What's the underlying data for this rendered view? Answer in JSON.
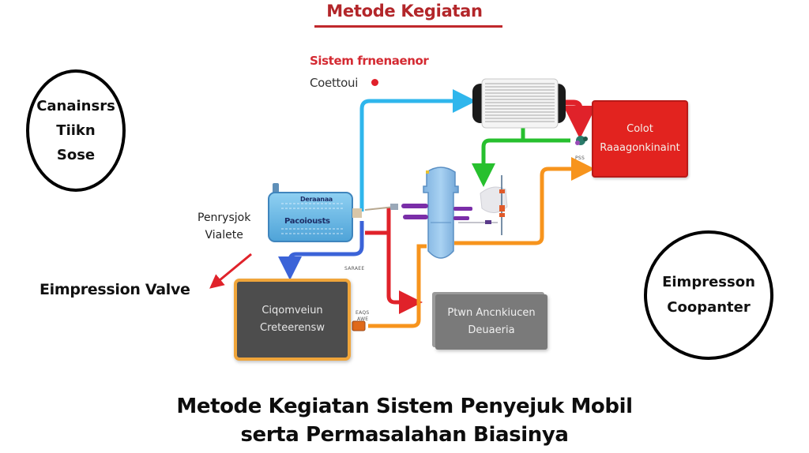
{
  "header": {
    "title": "Metode Kegiatan"
  },
  "legend": {
    "red_label": "Sistem frnenaenor",
    "black_label": "Coettoui",
    "dot_color": "#e0202a"
  },
  "circles": {
    "left": {
      "lines": [
        "Canainsrs",
        "Tiikn",
        "Sose"
      ]
    },
    "right": {
      "lines": [
        "Eimpresson",
        "Coopanter"
      ]
    }
  },
  "labels": {
    "pressure_valve": [
      "Penrysjok",
      "Vialete"
    ],
    "expansion_valve": "Eimpression Valve"
  },
  "components": {
    "condenser_icon": "radiator-condenser",
    "reservoir": {
      "top_label": "Deraanaa",
      "main_label": "Pacoiousts"
    },
    "compressor_icon": "compressor",
    "valve_assembly_icon": "valve-assembly",
    "red_box": {
      "lines": [
        "Colot",
        "Raaagonkinaint"
      ]
    },
    "dark_box": {
      "lines": [
        "Ciqomveiun",
        "Creteerensw"
      ]
    },
    "gray_box": {
      "lines": [
        "Ptwn Ancnkiucen",
        "Deuaeria"
      ]
    },
    "small_tags": [
      "PSS",
      "SARAEE",
      "EAQS",
      "AWE"
    ]
  },
  "colors": {
    "title_red": "#b3262a",
    "pipe_blue_light": "#2fb6ec",
    "pipe_blue_dark": "#3b63d8",
    "pipe_green": "#27c02e",
    "pipe_red": "#e0222a",
    "pipe_orange": "#f7941d",
    "box_red": "#e2231f",
    "box_dark": "#4d4d4d",
    "box_gray": "#7a7a7a"
  },
  "footer": {
    "title_line1": "Metode Kegiatan Sistem Penyejuk Mobil",
    "title_line2": "serta Permasalahan Biasinya"
  }
}
